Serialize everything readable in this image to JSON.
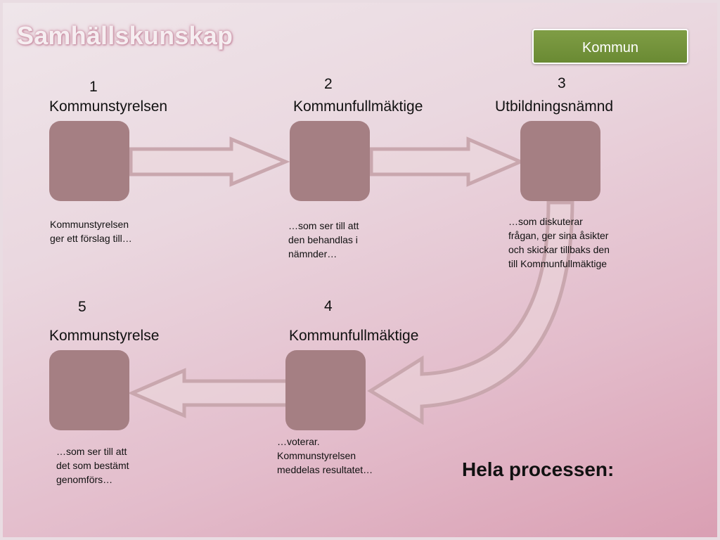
{
  "title": "Samhällskunskap",
  "badge": "Kommun",
  "summary": "Hela processen:",
  "steps": [
    {
      "number": "1",
      "label": "Kommunstyrelsen",
      "desc": [
        "Kommunstyrelsen",
        "ger ett förslag till…"
      ]
    },
    {
      "number": "2",
      "label": "Kommunfullmäktige",
      "desc": [
        "…som ser till att",
        "den behandlas i",
        "nämnder…"
      ]
    },
    {
      "number": "3",
      "label": "Utbildningsnämnd",
      "desc": [
        "…som diskuterar",
        "frågan, ger sina åsikter",
        "och skickar tillbaks den",
        "till Kommunfullmäktige"
      ]
    },
    {
      "number": "4",
      "label": "Kommunfullmäktige",
      "desc": [
        "…voterar.",
        "Kommunstyrelsen",
        "meddelas resultatet…"
      ]
    },
    {
      "number": "5",
      "label": "Kommunstyrelse",
      "desc": [
        "…som ser till att",
        "det som bestämt",
        "genomförs…"
      ]
    }
  ],
  "colors": {
    "box": "#a57f83",
    "arrow_outline": "#c9a7ae",
    "badge": "#77943d"
  }
}
